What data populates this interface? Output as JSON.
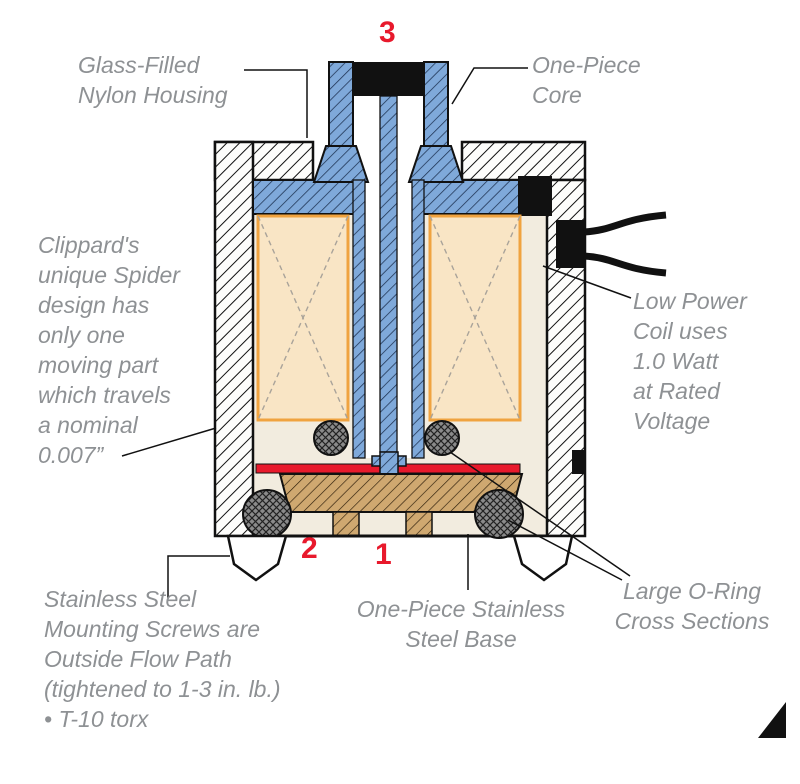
{
  "figure": {
    "subject": "Solenoid valve cross-section cutaway",
    "type": "technical-diagram"
  },
  "callouts": {
    "housing": "Glass-Filled\nNylon Housing",
    "core": "One-Piece\nCore",
    "spider": "Clippard's\nunique Spider\ndesign has\nonly one\nmoving part\nwhich travels\na nominal\n0.007”",
    "coil": "Low Power\nCoil uses\n1.0 Watt\nat Rated\nVoltage",
    "mounting_screws": "Stainless Steel\nMounting Screws are\nOutside Flow Path\n(tightened to 1-3 in. lb.)\n• T-10 torx",
    "base": "One-Piece Stainless\nSteel Base",
    "orings": "Large O-Ring\nCross Sections"
  },
  "port_numbers": {
    "port3": "3",
    "port2": "2",
    "port1": "1"
  },
  "colors": {
    "label_gray": "#8e9194",
    "marker_red": "#e8192c",
    "core_blue": "#7fa9da",
    "coil_fill": "#f9e5c5",
    "coil_border": "#f0a340",
    "base_tan": "#cfa870",
    "oring_gray": "#8a8a8a",
    "outline_black": "#111111"
  }
}
